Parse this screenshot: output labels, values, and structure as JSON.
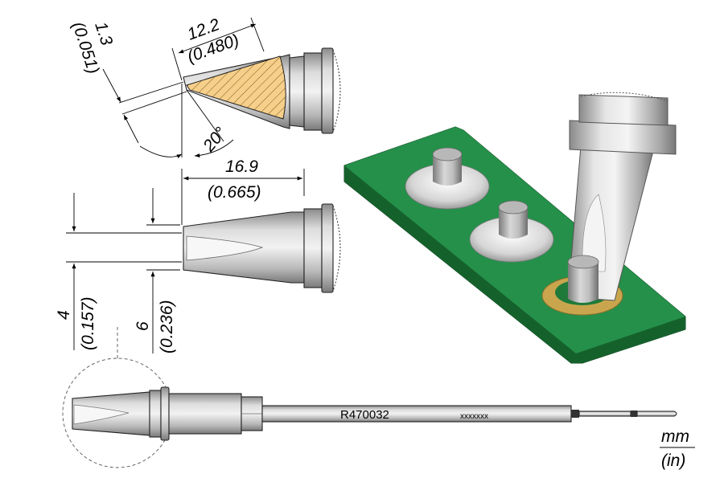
{
  "dimensions": {
    "bevel_width": {
      "mm": "1.3",
      "in": "(0.051)"
    },
    "bevel_length": {
      "mm": "12.2",
      "in": "(0.480)"
    },
    "bevel_angle": "20°",
    "tip_length": {
      "mm": "16.9",
      "in": "(0.665)"
    },
    "tip_width": {
      "mm": "4",
      "in": "(0.157)"
    },
    "tip_diameter": {
      "mm": "6",
      "in": "(0.236)"
    }
  },
  "cartridge": {
    "part_number": "R470032",
    "lot_code": "xxxxxxx"
  },
  "units": {
    "primary": "mm",
    "secondary": "(in)"
  },
  "colors": {
    "pcb_green": "#1f7a3a",
    "pad_gold": "#c9a64e",
    "hatch_fill": "#f6cf8a",
    "metal_light": "#e4e4e4",
    "metal_dark": "#8a8a8a"
  }
}
